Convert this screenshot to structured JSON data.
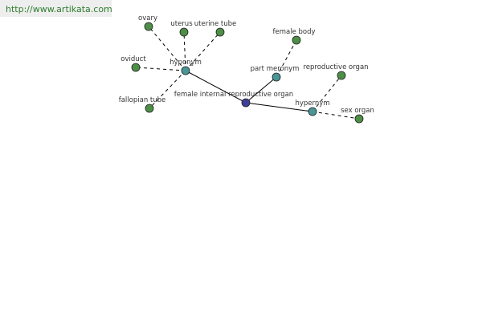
{
  "header": {
    "url": "http://www.artikata.com"
  },
  "colors": {
    "leaf": "#4e8f48",
    "relation": "#4a9696",
    "center": "#3f3f9a",
    "edge": "#000000",
    "url_text": "#2e7d2e",
    "url_bg": "#eeeeee"
  },
  "graph": {
    "center": {
      "id": "center",
      "label": "female internal reproductive organ"
    },
    "relations": [
      {
        "id": "hyponym",
        "label": "hyponym"
      },
      {
        "id": "part-meronym",
        "label": "part meronym"
      },
      {
        "id": "hypernym",
        "label": "hypernym"
      }
    ],
    "leaves": [
      {
        "id": "ovary",
        "label": "ovary",
        "parent": "hyponym"
      },
      {
        "id": "uterus",
        "label": "uterus",
        "parent": "hyponym"
      },
      {
        "id": "uterine-tube",
        "label": "uterine tube",
        "parent": "hyponym"
      },
      {
        "id": "oviduct",
        "label": "oviduct",
        "parent": "hyponym"
      },
      {
        "id": "fallopian-tube",
        "label": "fallopian tube",
        "parent": "hyponym"
      },
      {
        "id": "female-body",
        "label": "female body",
        "parent": "part-meronym"
      },
      {
        "id": "reproductive-organ",
        "label": "reproductive organ",
        "parent": "hypernym"
      },
      {
        "id": "sex-organ",
        "label": "sex organ",
        "parent": "hypernym"
      }
    ]
  }
}
